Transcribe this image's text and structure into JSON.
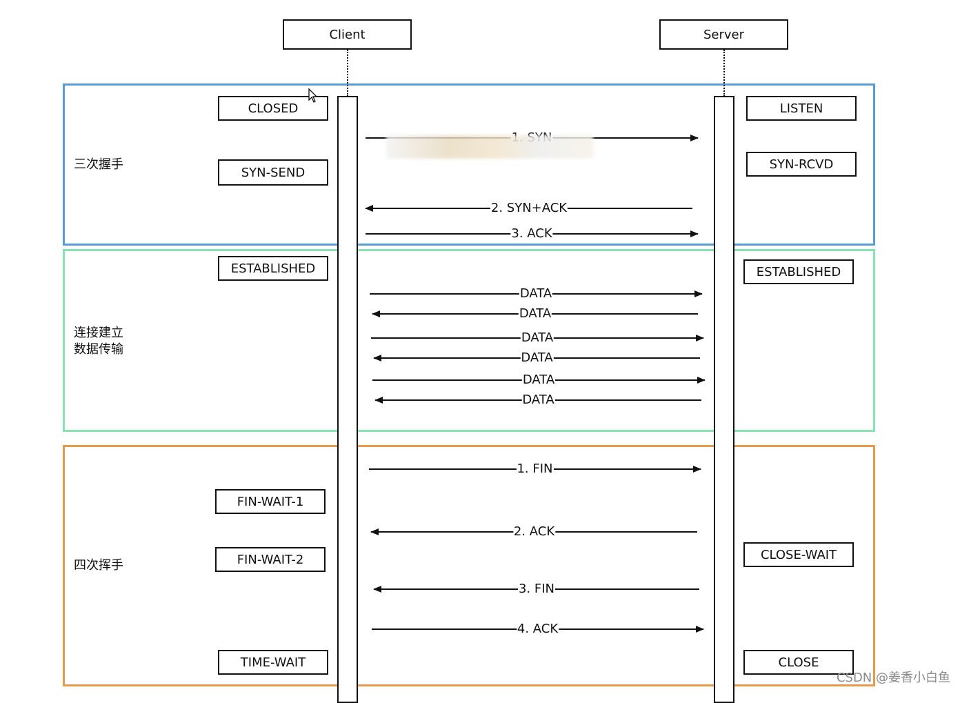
{
  "actors": {
    "client": "Client",
    "server": "Server"
  },
  "phases": [
    {
      "label": "三次握手",
      "color": "#5b9bd5"
    },
    {
      "label": "连接建立\n数据传输",
      "color": "#86e3b2"
    },
    {
      "label": "四次挥手",
      "color": "#e89a4c"
    }
  ],
  "client_states": [
    "CLOSED",
    "SYN-SEND",
    "ESTABLISHED",
    "FIN-WAIT-1",
    "FIN-WAIT-2",
    "TIME-WAIT"
  ],
  "server_states": [
    "LISTEN",
    "SYN-RCVD",
    "ESTABLISHED",
    "CLOSE-WAIT",
    "CLOSE"
  ],
  "messages": [
    {
      "label": "1. SYN",
      "direction": "right"
    },
    {
      "label": "2. SYN+ACK",
      "direction": "left"
    },
    {
      "label": "3. ACK",
      "direction": "right"
    },
    {
      "label": "DATA",
      "direction": "right"
    },
    {
      "label": "DATA",
      "direction": "left"
    },
    {
      "label": "DATA",
      "direction": "right"
    },
    {
      "label": "DATA",
      "direction": "left"
    },
    {
      "label": "DATA",
      "direction": "right"
    },
    {
      "label": "DATA",
      "direction": "left"
    },
    {
      "label": "1. FIN",
      "direction": "right"
    },
    {
      "label": "2. ACK",
      "direction": "left"
    },
    {
      "label": "3. FIN",
      "direction": "left"
    },
    {
      "label": "4. ACK",
      "direction": "right"
    }
  ],
  "watermark": "CSDN @姜香小白鱼"
}
